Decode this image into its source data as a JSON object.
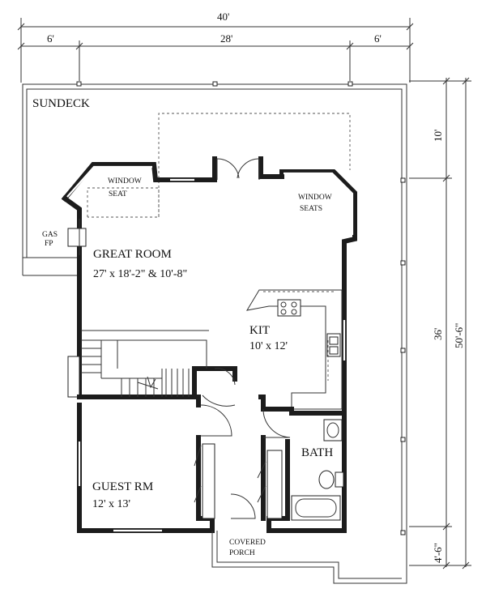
{
  "dimensions": {
    "overall_width": "40'",
    "left_bay": "6'",
    "center_bay": "28'",
    "right_bay": "6'",
    "upper_depth": "10'",
    "main_depth": "36'",
    "porch_depth": "4'-6\"",
    "overall_depth": "50'-6\""
  },
  "rooms": {
    "sundeck": "SUNDECK",
    "window_seat_1": "WINDOW",
    "window_seat_2": "SEAT",
    "window_seats_1": "WINDOW",
    "window_seats_2": "SEATS",
    "gas_fp_1": "GAS",
    "gas_fp_2": "FP",
    "great_room": "GREAT ROOM",
    "great_room_size": "27' x 18'-2\" & 10'-8\"",
    "kit": "KIT",
    "kit_size": "10' x 12'",
    "bath": "BATH",
    "guest_rm": "GUEST RM",
    "guest_rm_size": "12' x  13'",
    "covered_porch_1": "COVERED",
    "covered_porch_2": "PORCH"
  }
}
